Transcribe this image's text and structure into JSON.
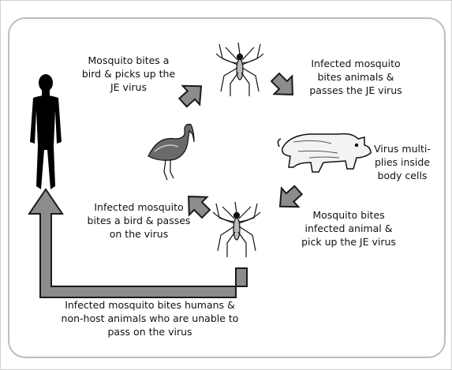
{
  "diagram": {
    "steps": {
      "bird_pickup": [
        "Mosquito bites a",
        "bird & picks up the",
        "JE virus"
      ],
      "animal_pass": [
        "Infected mosquito",
        "bites animals &",
        "passes the JE virus"
      ],
      "multiply": [
        "Virus multi-",
        "plies inside",
        "body cells"
      ],
      "animal_pickup": [
        "Mosquito bites",
        "infected animal &",
        "pick up the JE virus"
      ],
      "bird_pass": [
        "Infected mosquito",
        "bites a bird & passes",
        "on the virus"
      ],
      "humans": [
        "Infected mosquito bites humans &",
        "non-host animals who are unable to",
        "pass on the virus"
      ]
    },
    "icons": [
      "human-silhouette-icon",
      "mosquito-icon",
      "bird-icon",
      "pig-icon"
    ],
    "colors": {
      "arrow_fill": "#8c8c8c",
      "arrow_stroke": "#1a1a1a",
      "panel_border": "#bdbdbd"
    }
  }
}
